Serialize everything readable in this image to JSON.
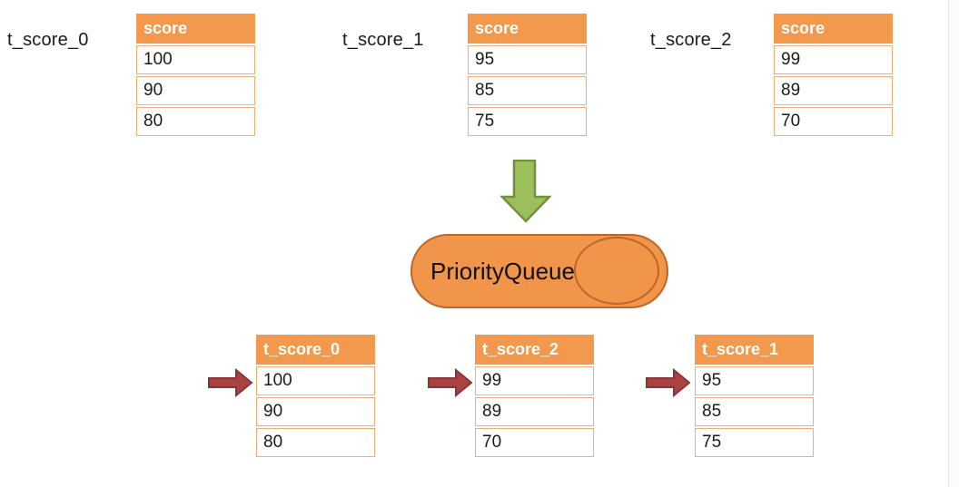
{
  "colors": {
    "canvas_bg": "#FFFFFF",
    "table_header_bg": "#F2994E",
    "table_border": "#F5AC76",
    "table_text": "#1B1B1B",
    "header_text": "#FFFFFF",
    "cylinder_fill": "#F0954A",
    "cylinder_border": "#BE6628",
    "green_arrow_fill": "#9CBF5C",
    "green_arrow_border": "#71913F",
    "red_arrow_fill": "#A94343",
    "red_arrow_border": "#8A3535",
    "edge_line": "#E6E6E6",
    "edge_bg": "#FBFBFB"
  },
  "top_tables": [
    {
      "label": "t_score_0",
      "header": "score",
      "rows": [
        "100",
        "90",
        "80"
      ]
    },
    {
      "label": "t_score_1",
      "header": "score",
      "rows": [
        "95",
        "85",
        "75"
      ]
    },
    {
      "label": "t_score_2",
      "header": "score",
      "rows": [
        "99",
        "89",
        "70"
      ]
    }
  ],
  "flow": {
    "queue_label": "PriorityQueue"
  },
  "bottom_tables": [
    {
      "header": "t_score_0",
      "rows": [
        "100",
        "90",
        "80"
      ]
    },
    {
      "header": "t_score_2",
      "rows": [
        "99",
        "89",
        "70"
      ]
    },
    {
      "header": "t_score_1",
      "rows": [
        "95",
        "85",
        "75"
      ]
    }
  ]
}
